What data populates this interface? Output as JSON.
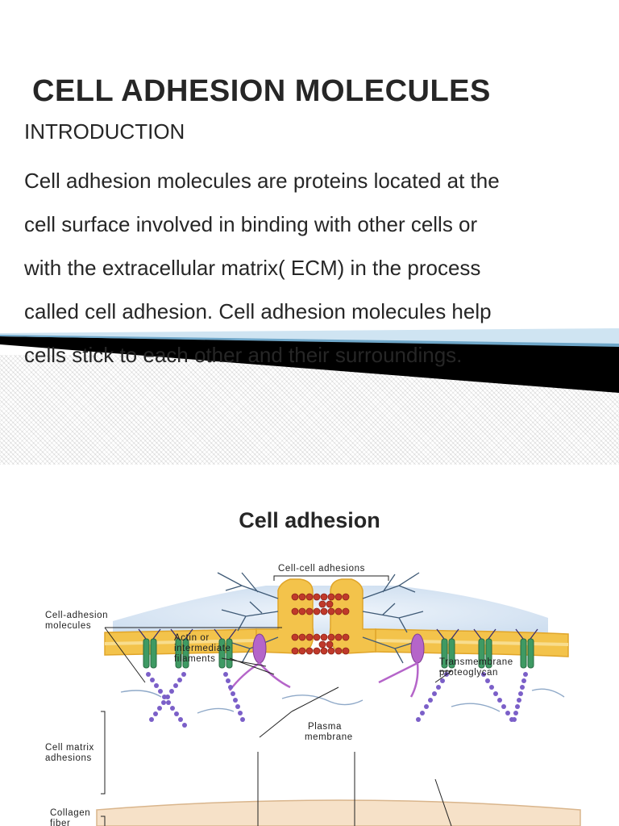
{
  "slide1": {
    "title": "CELL ADHESION MOLECULES",
    "subtitle": "INTRODUCTION",
    "body_lines": [
      "Cell adhesion molecules are proteins located at the",
      "cell surface involved in binding with other cells or",
      "with the extracellular matrix( ECM) in the process",
      "called cell adhesion. Cell adhesion molecules help",
      "cells stick to each other and their surroundings."
    ]
  },
  "slide2": {
    "title": "Cell adhesion",
    "diagram_labels": {
      "cell_cell": "Cell-cell adhesions",
      "cam_1": "Cell-adhesion",
      "cam_2": "molecules",
      "actin_1": "Actin or",
      "actin_2": "intermediate",
      "actin_3": "filaments",
      "tp_1": "Transmembrane",
      "tp_2": "proteoglycan",
      "plasma_1": "Plasma",
      "plasma_2": "membrane",
      "cma_1": "Cell matrix",
      "cma_2": "adhesions",
      "coll_1": "Collagen",
      "coll_2": "fiber"
    }
  },
  "colors": {
    "membrane": "#f3c34b",
    "membrane_edge": "#e0a52a",
    "cytoplasm": "#dce8f6",
    "cadherin": "#c0392b",
    "integrin": "#3e9a63",
    "proteoglycan": "#b565c9",
    "matrix_chain": "#7b5fc8",
    "filament": "#3f5a76",
    "swoosh_dark": "#000000",
    "swoosh_light": "#6fa7c9"
  }
}
